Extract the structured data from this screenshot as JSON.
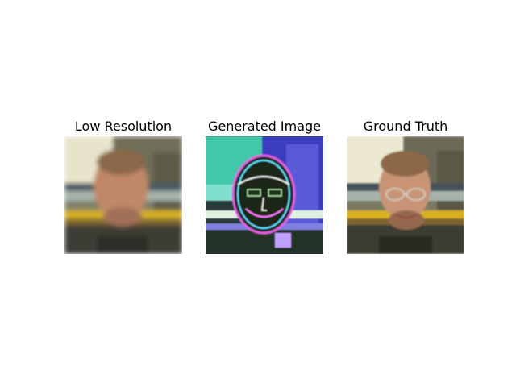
{
  "figure": {
    "panels": [
      {
        "title": "Low Resolution"
      },
      {
        "title": "Generated Image"
      },
      {
        "title": "Ground Truth"
      }
    ]
  }
}
